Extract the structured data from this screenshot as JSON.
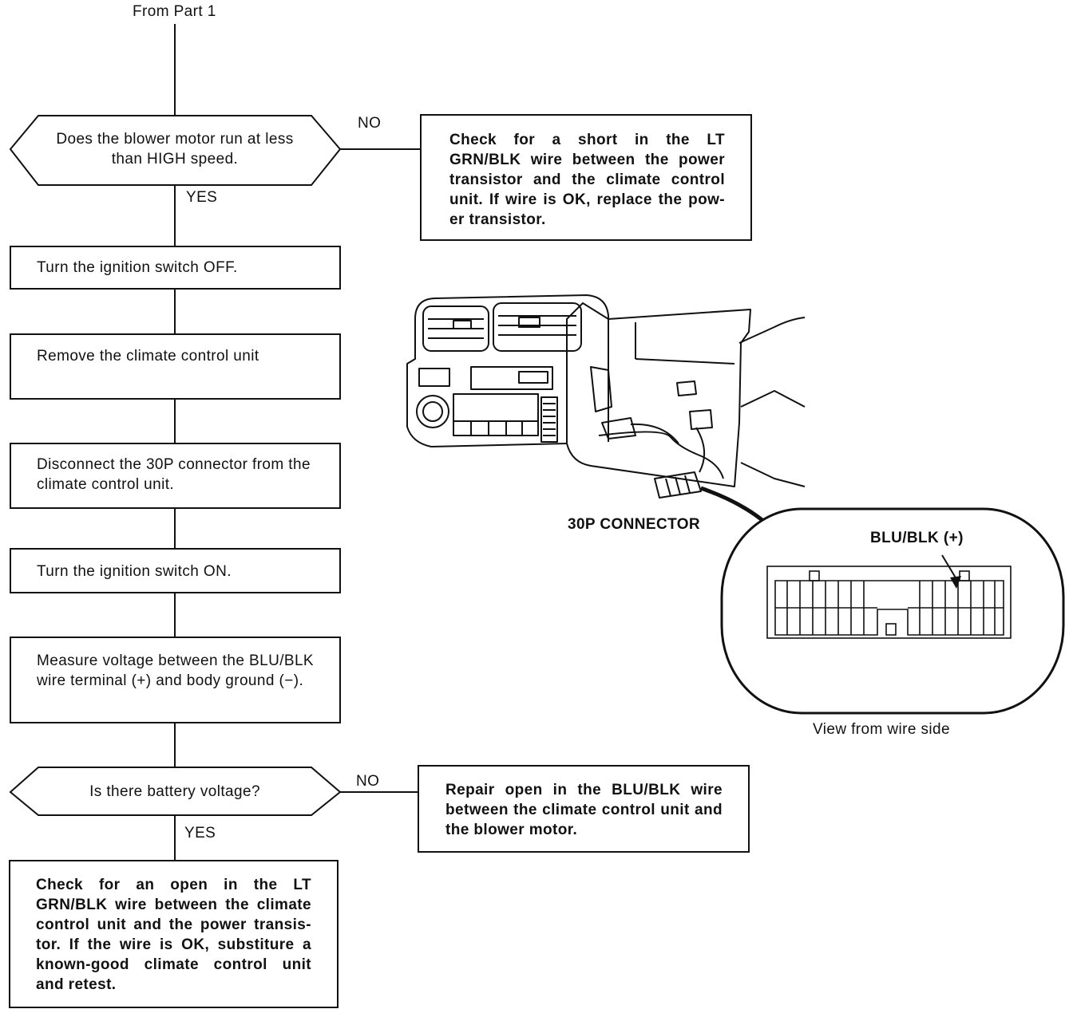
{
  "flow": {
    "start_label": "From Part 1",
    "q1": {
      "text": "Does the blower motor run at less than HIGH speed.",
      "no": "NO",
      "yes": "YES"
    },
    "no1": {
      "text": "Check for a short in the LT GRN/BLK wire between the power transistor and the climate control unit. If wire is OK, replace the pow-er transistor."
    },
    "step1": "Turn the ignition switch OFF.",
    "step2": "Remove the climate control unit",
    "step3": "Disconnect the 30P connector from the climate control unit.",
    "step4": "Turn the ignition switch ON.",
    "step5": "Measure voltage between the BLU/BLK wire terminal (+) and body ground (−).",
    "q2": {
      "text": "Is there battery voltage?",
      "no": "NO",
      "yes": "YES"
    },
    "no2": {
      "text": "Repair open in the BLU/BLK wire between the climate control unit and the blower motor."
    },
    "final": "Check for an open in the LT GRN/BLK wire between the climate control unit and the power transis-tor. If the wire is OK, substiture a known-good climate control unit and retest."
  },
  "illustration": {
    "connector_label": "30P CONNECTOR",
    "terminal_label": "BLU/BLK (+)",
    "view_caption": "View from wire side"
  }
}
